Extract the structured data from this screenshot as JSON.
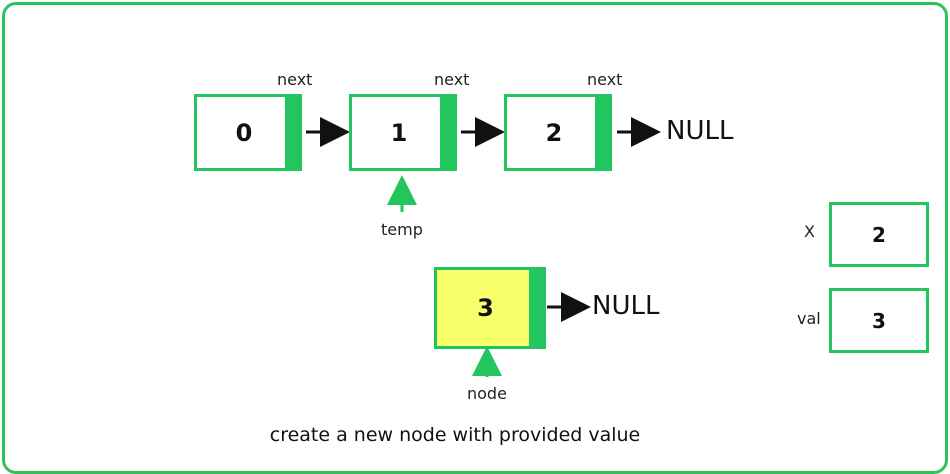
{
  "list": {
    "nodes": [
      {
        "value": "0",
        "pointer_label": "next"
      },
      {
        "value": "1",
        "pointer_label": "next"
      },
      {
        "value": "2",
        "pointer_label": "next"
      }
    ],
    "end": "NULL",
    "pointer_name": "temp"
  },
  "new_node": {
    "value": "3",
    "end": "NULL",
    "pointer_name": "node"
  },
  "variables": [
    {
      "name": "X",
      "value": "2"
    },
    {
      "name": "val",
      "value": "3"
    }
  ],
  "caption": "create a new node with provided value",
  "colors": {
    "accent": "#22c55e",
    "new_node_fill": "#f7ff6b",
    "border": "#2ec35a"
  }
}
